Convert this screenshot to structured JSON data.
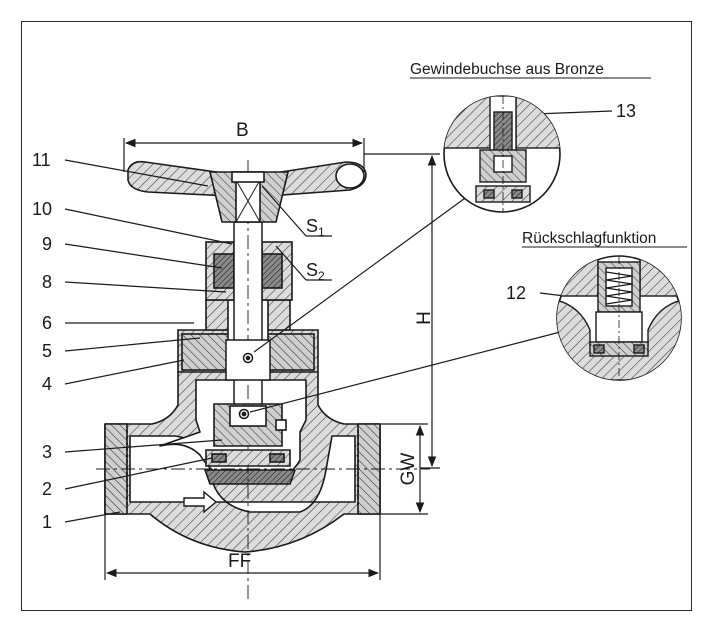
{
  "diagram": {
    "part_numbers": [
      "1",
      "2",
      "3",
      "4",
      "5",
      "6",
      "8",
      "9",
      "10",
      "11"
    ],
    "detail_part_numbers": {
      "bushing": "13",
      "check": "12"
    },
    "dimensions": {
      "width": "B",
      "height": "H",
      "thread": "GW",
      "face_to_face": "FF"
    },
    "spanner_labels": [
      {
        "base": "S",
        "sub": "1"
      },
      {
        "base": "S",
        "sub": "2"
      }
    ],
    "detail_titles": {
      "bushing": "Gewindebuchse aus Bronze",
      "check": "Rückschlagfunktion"
    },
    "colors": {
      "line": "#1a1a1a",
      "hatch": "#444444",
      "fill": "#d8d8d8",
      "background": "#ffffff"
    }
  }
}
